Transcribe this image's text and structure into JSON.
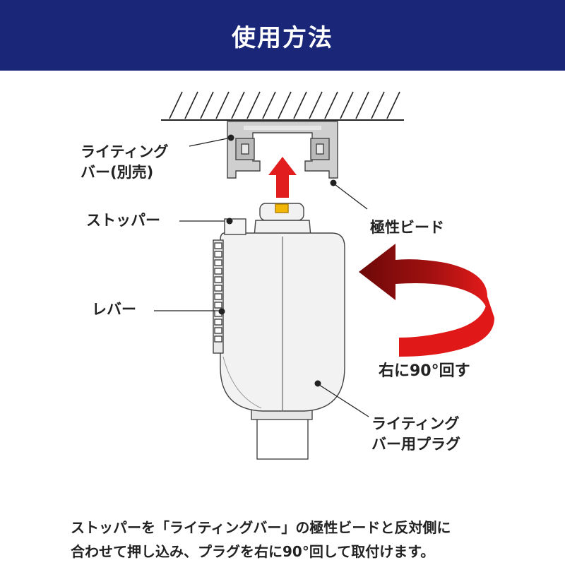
{
  "header": {
    "title": "使用方法"
  },
  "labels": {
    "lighting_bar": [
      "ライティング",
      "バー(別売)"
    ],
    "polarity_bead": "極性ビード",
    "stopper": "ストッパー",
    "lever": "レバー",
    "rotate": "右に90°回す",
    "plug": [
      "ライティング",
      "バー用プラグ"
    ]
  },
  "caption": {
    "line1": "ストッパーを「ライティングバー」の極性ビードと反対側に",
    "line2": "合わせて押し込み、プラグを右に90°回して取付けます。"
  },
  "colors": {
    "header_bg": "#1a2778",
    "arrow_red": "#e11d1d",
    "rotate_arrow_dark": "#7a0a0a",
    "rotate_arrow_light": "#e01818",
    "stopper_yellow": "#f2b705",
    "track_gray": "#c9c9c9"
  }
}
